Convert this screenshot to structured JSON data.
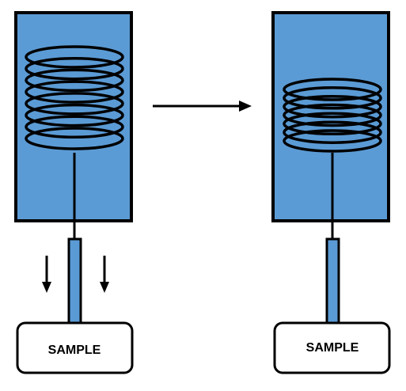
{
  "colors": {
    "housing_fill": "#5b9bd5",
    "outline": "#000000",
    "rod_fill": "#5b9bd5",
    "sample_fill": "#ffffff",
    "background": "#ffffff"
  },
  "left_assembly": {
    "sample_label": "SAMPLE",
    "spring_state": "extended",
    "coil_count": 8,
    "motion_arrows": "down"
  },
  "right_assembly": {
    "sample_label": "SAMPLE",
    "spring_state": "compressed",
    "coil_count": 7
  },
  "transition_arrow": {
    "direction": "right"
  }
}
